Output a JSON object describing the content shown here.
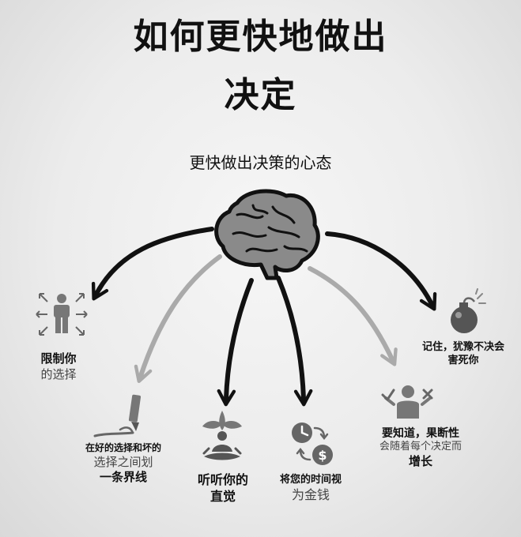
{
  "title_line1": "如何更快地做出",
  "title_line2": "决定",
  "subtitle": "更快做出决策的心态",
  "items": [
    {
      "line1": "限制你",
      "line2": "的选择",
      "icon": "person-arrows-icon"
    },
    {
      "line1": "在好的选择和坏的",
      "line2": "选择之间划",
      "line3": "一条界线",
      "icon": "pen-line-icon"
    },
    {
      "line1": "听听你的",
      "line2": "直觉",
      "icon": "meditation-icon"
    },
    {
      "line1": "将您的时间视",
      "line2": "为金钱",
      "icon": "time-money-icon"
    },
    {
      "line1": "要知道，果断性",
      "line2": "会随着每个决定而",
      "line3": "增长",
      "icon": "person-check-cross-icon"
    },
    {
      "line1": "记住，犹豫不决会",
      "line2": "害死你",
      "icon": "bomb-icon"
    }
  ]
}
